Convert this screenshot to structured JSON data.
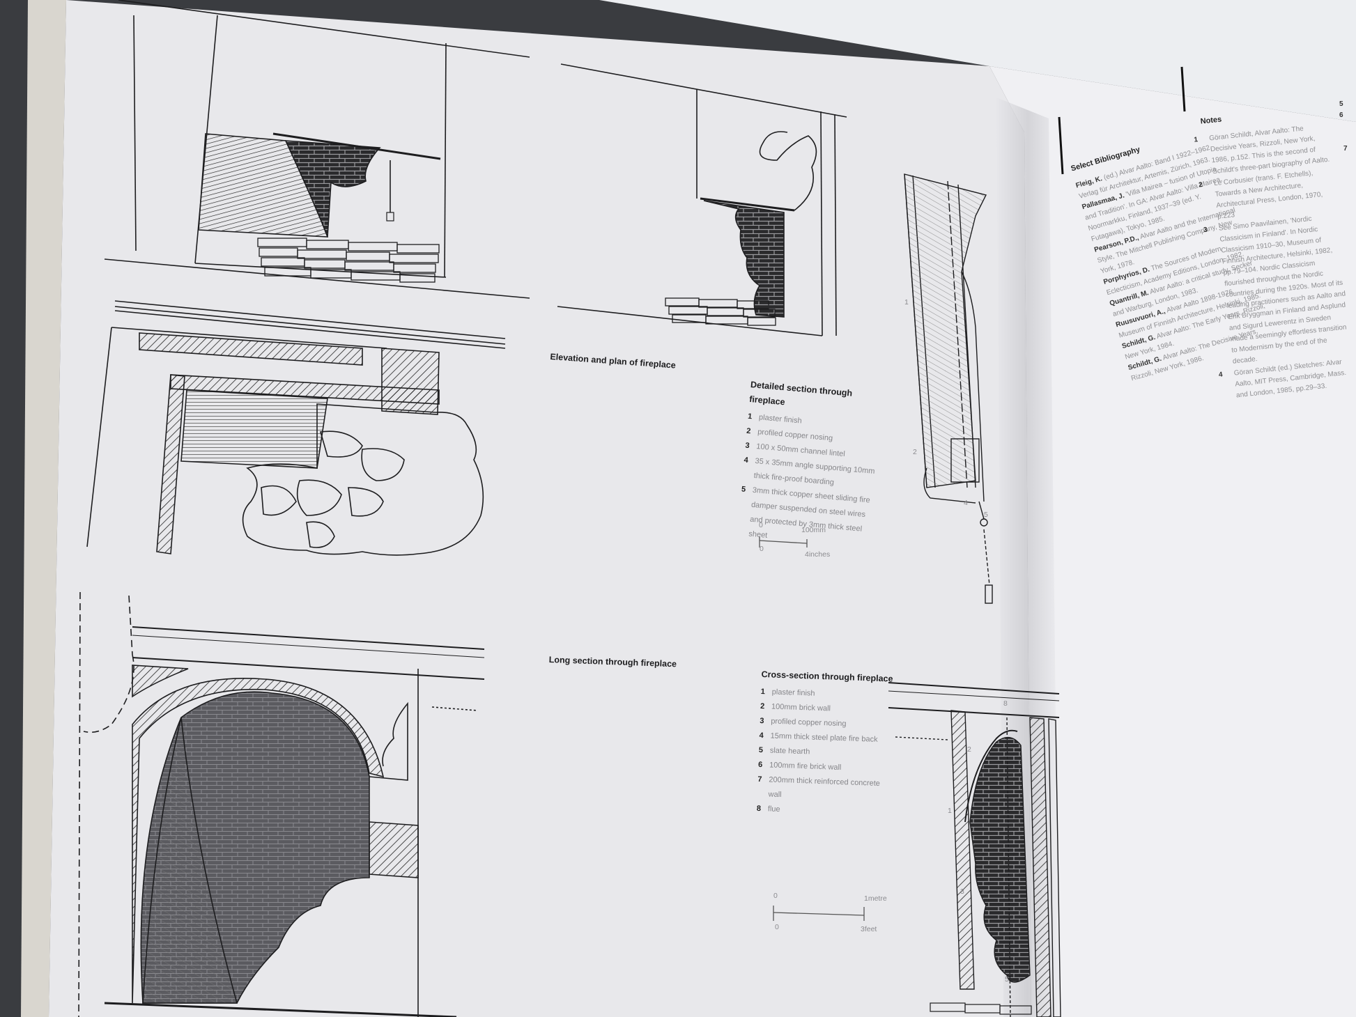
{
  "captions": {
    "elevation_plan": "Elevation and plan of fireplace",
    "long_section": "Long section through fireplace"
  },
  "detailed_section": {
    "title": "Detailed section through fireplace",
    "items": [
      {
        "n": "1",
        "text": "plaster finish"
      },
      {
        "n": "2",
        "text": "profiled copper nosing"
      },
      {
        "n": "3",
        "text": "100 x 50mm channel lintel"
      },
      {
        "n": "4",
        "text": "35 x 35mm angle supporting 10mm thick fire-proof boarding"
      },
      {
        "n": "5",
        "text": "3mm thick copper sheet sliding fire damper suspended on steel wires and protected by 3mm thick steel sheet"
      }
    ],
    "scale": {
      "zero_top": "0",
      "top": "100mm",
      "zero_bottom": "0",
      "bottom": "4inches"
    }
  },
  "cross_section": {
    "title": "Cross-section through fireplace",
    "items": [
      {
        "n": "1",
        "text": "plaster finish"
      },
      {
        "n": "2",
        "text": "100mm brick wall"
      },
      {
        "n": "3",
        "text": "profiled copper nosing"
      },
      {
        "n": "4",
        "text": "15mm thick steel plate fire back"
      },
      {
        "n": "5",
        "text": "slate hearth"
      },
      {
        "n": "6",
        "text": "100mm fire brick wall"
      },
      {
        "n": "7",
        "text": "200mm thick reinforced concrete wall"
      },
      {
        "n": "8",
        "text": "flue"
      }
    ],
    "scale": {
      "zero_top": "0",
      "top": "1metre",
      "zero_bottom": "0",
      "bottom": "3feet"
    }
  },
  "drawing_callouts": {
    "d1": "1",
    "d2": "2",
    "d4": "4",
    "d5": "5",
    "c1": "1",
    "c2": "2",
    "c3": "3",
    "c5": "5",
    "c8": "8"
  },
  "bibliography": {
    "title": "Select Bibliography",
    "entries": [
      {
        "author": "Fleig, K.",
        "text": " (ed.) Alvar Aalto: Band I 1922–1962, Verlag für Architektur, Artemis, Zürich, 1963."
      },
      {
        "author": "Pallasmaa, J.",
        "text": " 'Villa Mairea – fusion of Utopia and Tradition'. In GA: Alvar Aalto: Villa Mairea, Noormarkku, Finland, 1937–39 (ed. Y. Futagawa), Tokyo, 1985."
      },
      {
        "author": "Pearson, P.D.,",
        "text": " Alvar Aalto and the International Style, The Mitchell Publishing Company, New York, 1978."
      },
      {
        "author": "Porphyrios, D.",
        "text": " The Sources of Modern Eclecticism, Academy Editions, London, 1982."
      },
      {
        "author": "Quantrill, M.",
        "text": " Alvar Aalto: a critical study, Secker and Warburg, London, 1983."
      },
      {
        "author": "Ruusuvuori, A.,",
        "text": " Alvar Aalto 1898-1976, Museum of Finnish Architecture, Helsinki, 1985."
      },
      {
        "author": "Schildt, G.",
        "text": " Alvar Aalto: The Early Years, Rizzoli, New York, 1984."
      },
      {
        "author": "Schildt, G.",
        "text": " Alvar Aalto: The Decisive Years, Rizzoli, New York, 1986."
      }
    ]
  },
  "notes": {
    "title": "Notes",
    "items": [
      {
        "n": "1",
        "text": "Göran Schildt, Alvar Aalto: The Decisive Years, Rizzoli, New York, 1986, p.152. This is the second of Schildt's three-part biography of Aalto."
      },
      {
        "n": "2",
        "text": "Le Corbusier (trans. F. Etchells), Towards a New Architecture, Architectural Press, London, 1970, p.223"
      },
      {
        "n": "3",
        "text": "See Simo Paavilainen, 'Nordic Classicism in Finland'. In Nordic Classicism 1910–30, Museum of Finnish Architecture, Helsinki, 1982, pp.79–104. Nordic Classicism flourished throughout the Nordic countries during the 1920s. Most of its leading practitioners such as Aalto and Erik Bryggman in Finland and Asplund and Sigurd Lewerentz in Sweden made a seemingly effortless transition to Modernism by the end of the decade."
      },
      {
        "n": "4",
        "text": "Göran Schildt (ed.) Sketches: Alvar Aalto, MIT Press, Cambridge, Mass. and London, 1985, pp.29–33."
      }
    ],
    "edge_numbers": [
      "5",
      "6",
      "7"
    ]
  },
  "colors": {
    "paper_left": "#e9e9ec",
    "paper_right": "#f0f0f3",
    "ink": "#1d1d1f",
    "background": "#3a3c40"
  }
}
